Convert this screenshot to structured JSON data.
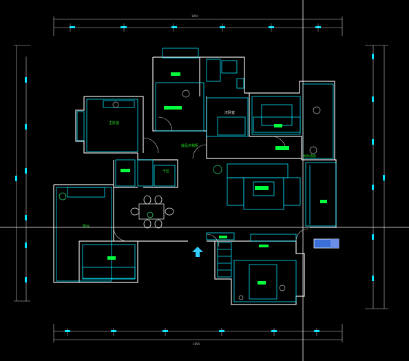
{
  "colors": {
    "background": "#000000",
    "wall": "#e8e8e8",
    "cyan": "#00e5ff",
    "cyan_dark": "#1fa9b8",
    "green_label": "#00ff3c",
    "green_text": "#22dd22",
    "blue_ucs": "#3a6fd8",
    "crosshair": "#ffffff"
  },
  "dimensions": {
    "top_total": "1850",
    "bottom_total": "1850"
  },
  "rooms": {
    "master_bedroom": "主卧室",
    "bedroom_2": "次卧室",
    "balcony": "阳台",
    "dry_area": "干区",
    "entrance_cabinet": "成品衣帽柜",
    "study": "书房/客卧"
  },
  "icons": {
    "ucs": "ucs-icon",
    "entrance": "entrance-arrow-icon"
  }
}
